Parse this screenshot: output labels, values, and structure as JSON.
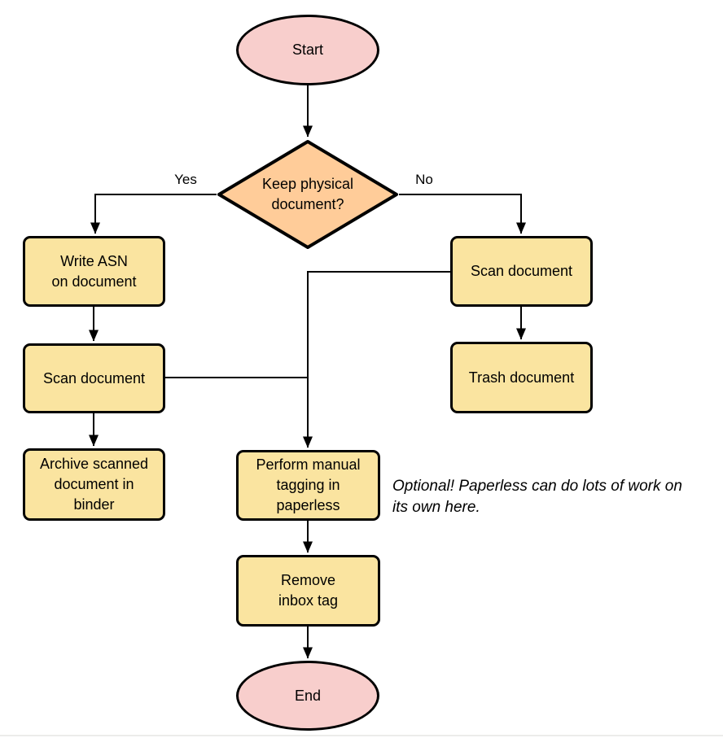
{
  "diagram": {
    "nodes": {
      "start": {
        "label": "Start",
        "shape": "ellipse"
      },
      "decision": {
        "label": "Keep physical\ndocument?",
        "shape": "diamond"
      },
      "write_asn": {
        "label": "Write ASN\non document",
        "shape": "rounded-rect"
      },
      "scan_left": {
        "label": "Scan document",
        "shape": "rounded-rect"
      },
      "archive": {
        "label": "Archive scanned\ndocument in\nbinder",
        "shape": "rounded-rect"
      },
      "scan_right": {
        "label": "Scan document",
        "shape": "rounded-rect"
      },
      "trash": {
        "label": "Trash document",
        "shape": "rounded-rect"
      },
      "tagging": {
        "label": "Perform manual\ntagging in\npaperless",
        "shape": "rounded-rect"
      },
      "remove_inbox": {
        "label": "Remove\ninbox tag",
        "shape": "rounded-rect"
      },
      "end": {
        "label": "End",
        "shape": "ellipse"
      }
    },
    "edge_labels": {
      "yes": "Yes",
      "no": "No"
    },
    "edges": [
      {
        "from": "start",
        "to": "decision"
      },
      {
        "from": "decision",
        "to": "write_asn",
        "label": "Yes"
      },
      {
        "from": "decision",
        "to": "scan_right",
        "label": "No"
      },
      {
        "from": "write_asn",
        "to": "scan_left"
      },
      {
        "from": "scan_left",
        "to": "archive"
      },
      {
        "from": "scan_left",
        "to": "tagging"
      },
      {
        "from": "scan_right",
        "to": "trash"
      },
      {
        "from": "scan_right",
        "to": "tagging"
      },
      {
        "from": "tagging",
        "to": "remove_inbox"
      },
      {
        "from": "remove_inbox",
        "to": "end"
      }
    ],
    "annotation": "Optional! Paperless can do lots of work on\nits own here.",
    "colors": {
      "terminal_fill": "#f8cecc",
      "decision_fill": "#ffcc99",
      "process_fill": "#fae4a0",
      "stroke": "#000000"
    }
  }
}
